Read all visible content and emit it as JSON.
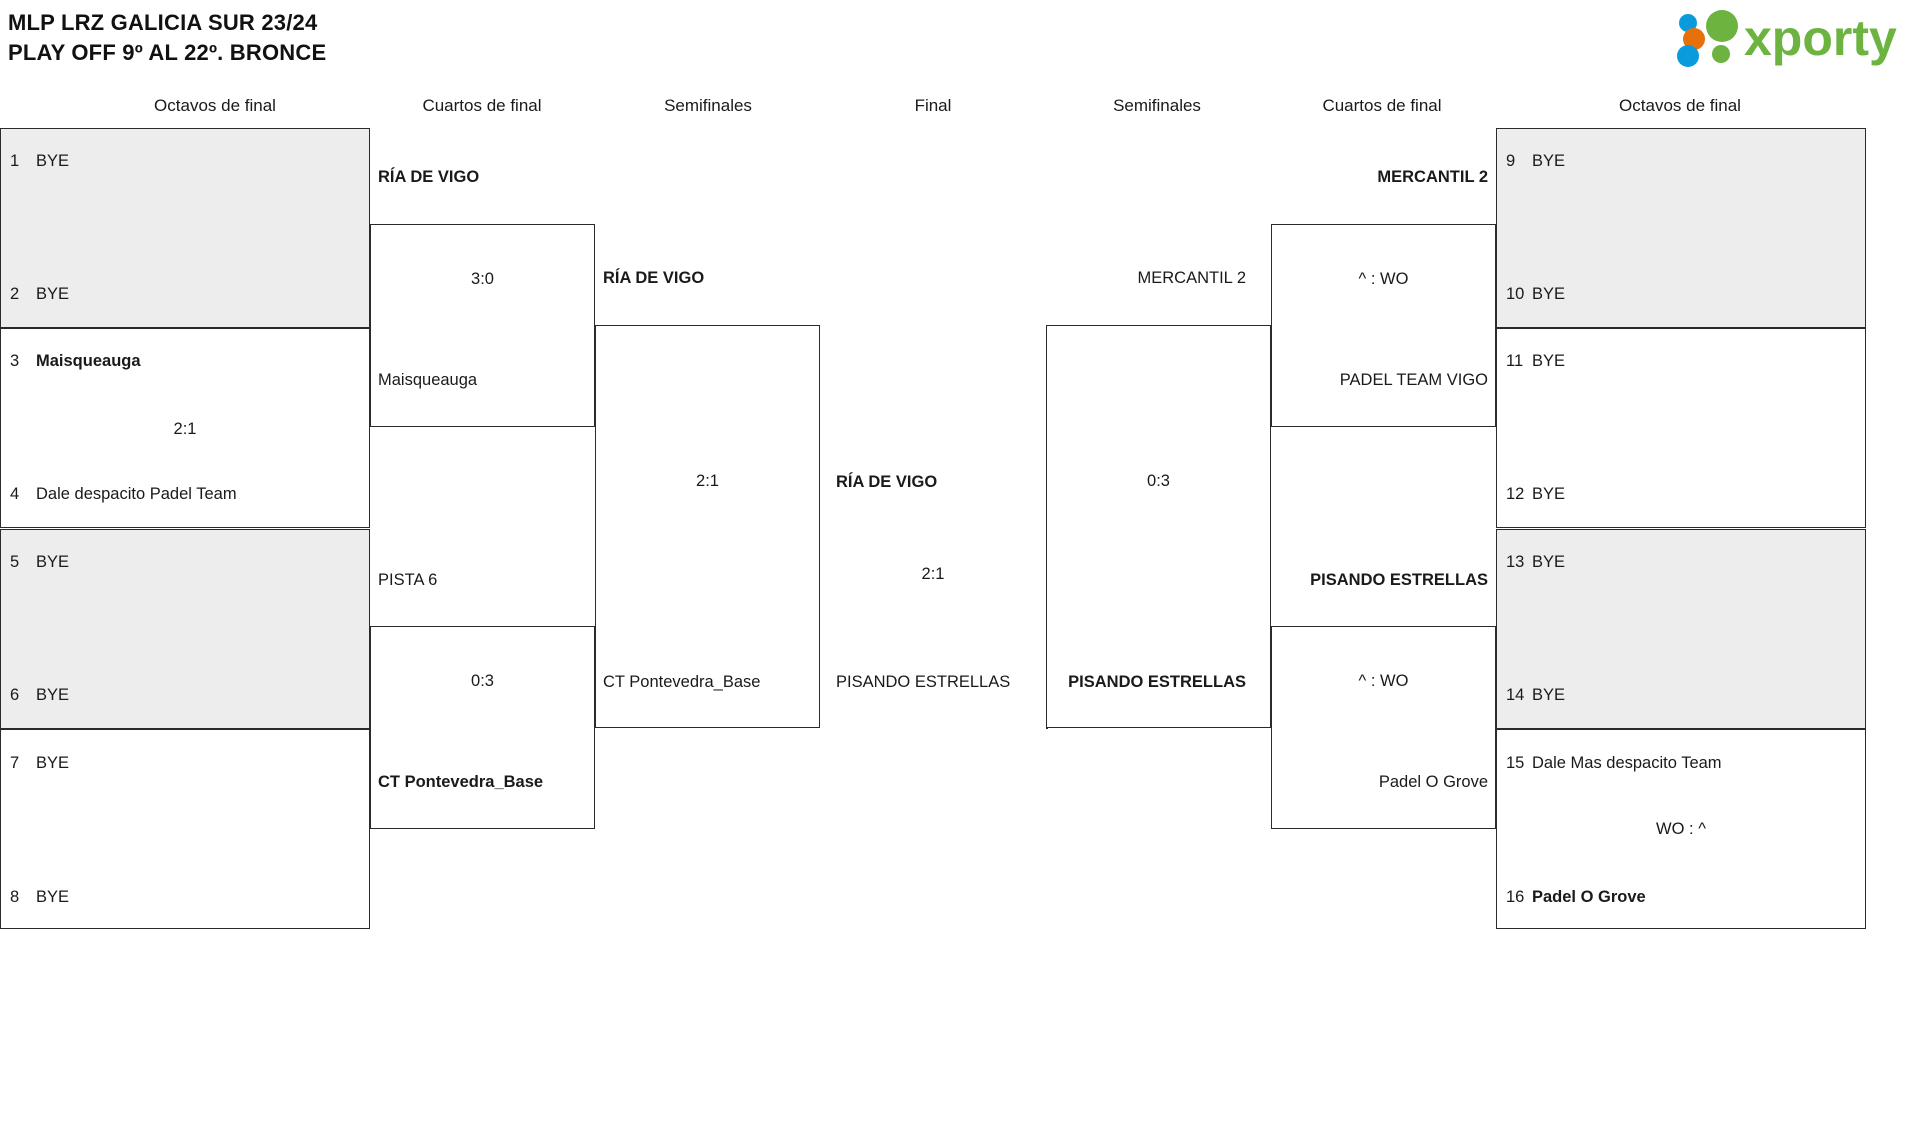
{
  "header": {
    "title_line1": "MLP LRZ GALICIA SUR 23/24",
    "title_line2": "PLAY OFF 9º AL 22º. BRONCE",
    "logo_text": "xporty",
    "logo_colors": {
      "green": "#6cb33f",
      "blue": "#0a9bdc",
      "orange": "#e8700a"
    }
  },
  "round_headers": {
    "left_r16": "Octavos de final",
    "left_qf": "Cuartos de final",
    "left_sf": "Semifinales",
    "final": "Final",
    "right_sf": "Semifinales",
    "right_qf": "Cuartos de final",
    "right_r16": "Octavos de final"
  },
  "colors": {
    "bye_fill": "#ededed",
    "line": "#2b2b2b",
    "text": "#1a1a1a"
  },
  "bracket": {
    "left_seeds": [
      {
        "seed": "1",
        "name": "BYE",
        "winner": false,
        "grey": true
      },
      {
        "seed": "2",
        "name": "BYE",
        "winner": false,
        "grey": true
      },
      {
        "seed": "3",
        "name": "Maisqueauga",
        "winner": true,
        "grey": false
      },
      {
        "seed": "4",
        "name": "Dale despacito Padel Team",
        "winner": false,
        "grey": false
      },
      {
        "seed": "5",
        "name": "BYE",
        "winner": false,
        "grey": true
      },
      {
        "seed": "6",
        "name": "BYE",
        "winner": false,
        "grey": true
      },
      {
        "seed": "7",
        "name": "BYE",
        "winner": false,
        "grey": false
      },
      {
        "seed": "8",
        "name": "BYE",
        "winner": false,
        "grey": false
      }
    ],
    "left_seed_scores": [
      {
        "value": ""
      },
      {
        "value": "2:1"
      },
      {
        "value": ""
      },
      {
        "value": ""
      }
    ],
    "right_seeds": [
      {
        "seed": "9",
        "name": "BYE",
        "winner": false,
        "grey": true
      },
      {
        "seed": "10",
        "name": "BYE",
        "winner": false,
        "grey": true
      },
      {
        "seed": "11",
        "name": "BYE",
        "winner": false,
        "grey": false
      },
      {
        "seed": "12",
        "name": "BYE",
        "winner": false,
        "grey": false
      },
      {
        "seed": "13",
        "name": "BYE",
        "winner": false,
        "grey": true
      },
      {
        "seed": "14",
        "name": "BYE",
        "winner": false,
        "grey": true
      },
      {
        "seed": "15",
        "name": "Dale Mas despacito Team",
        "winner": false,
        "grey": false
      },
      {
        "seed": "16",
        "name": "Padel O Grove",
        "winner": true,
        "grey": false
      }
    ],
    "right_seed_scores": [
      {
        "value": ""
      },
      {
        "value": ""
      },
      {
        "value": ""
      },
      {
        "value": "WO : ^"
      }
    ],
    "left_qf": [
      {
        "top": "RÍA DE VIGO",
        "top_winner": true,
        "score": "3:0",
        "bottom": "Maisqueauga",
        "bottom_winner": false
      },
      {
        "top": "PISTA 6",
        "top_winner": false,
        "score": "0:3",
        "bottom": "CT Pontevedra_Base",
        "bottom_winner": true
      }
    ],
    "left_sf": [
      {
        "top": "RÍA DE VIGO",
        "top_winner": true,
        "score": "2:1",
        "bottom": "CT Pontevedra_Base",
        "bottom_winner": false
      }
    ],
    "final": {
      "top": "RÍA DE VIGO",
      "top_winner": true,
      "score": "2:1",
      "bottom": "PISANDO ESTRELLAS",
      "bottom_winner": false
    },
    "right_sf": [
      {
        "top": "MERCANTIL 2",
        "top_winner": false,
        "score": "0:3",
        "bottom": "PISANDO ESTRELLAS",
        "bottom_winner": true
      }
    ],
    "right_qf": [
      {
        "top": "MERCANTIL 2",
        "top_winner": true,
        "score": "^ : WO",
        "bottom": "PADEL TEAM VIGO",
        "bottom_winner": false
      },
      {
        "top": "PISANDO ESTRELLAS",
        "top_winner": true,
        "score": "^ : WO",
        "bottom": "Padel O Grove",
        "bottom_winner": false
      }
    ]
  }
}
